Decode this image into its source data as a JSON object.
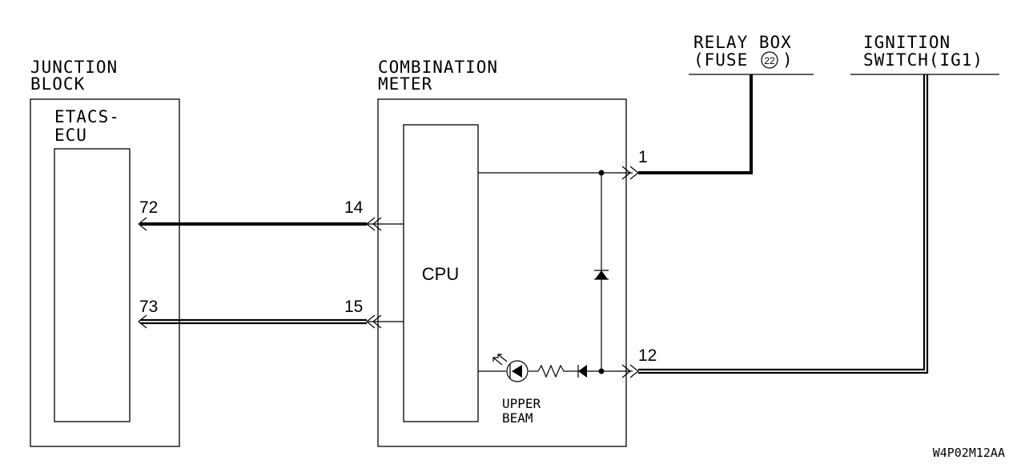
{
  "junction_block": {
    "title_line1": "JUNCTION",
    "title_line2": "BLOCK",
    "ecu_line1": "ETACS-",
    "ecu_line2": "ECU",
    "pin_top": "72",
    "pin_bottom": "73"
  },
  "combination_meter": {
    "title_line1": "COMBINATION",
    "title_line2": "METER",
    "cpu_label": "CPU",
    "pin_14": "14",
    "pin_15": "15",
    "pin_1": "1",
    "pin_12": "12",
    "lamp_line1": "UPPER",
    "lamp_line2": "BEAM"
  },
  "relay_box": {
    "line1": "RELAY BOX",
    "line2_prefix": "(FUSE",
    "fuse_number": "22",
    "line2_suffix": ")"
  },
  "ignition_switch": {
    "line1": "IGNITION",
    "line2": "SWITCH(IG1)"
  },
  "diagram_code": "W4P02M12AA"
}
